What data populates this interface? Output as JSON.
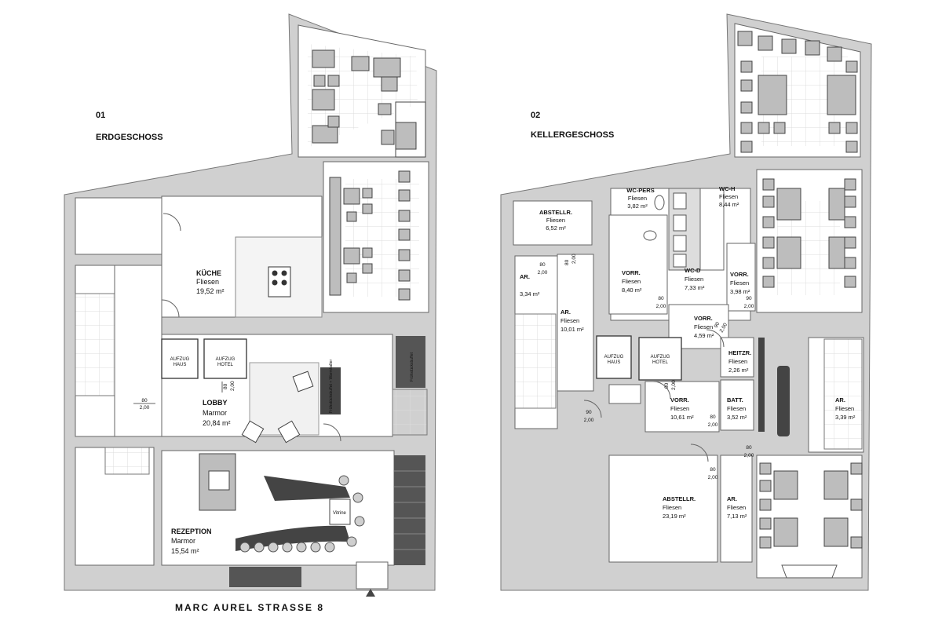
{
  "street": "MARC AUREL STRASSE 8",
  "floors": [
    {
      "number": "01",
      "name": "ERDGESCHOSS",
      "rooms": [
        {
          "name": "KÜCHE",
          "material": "Fliesen",
          "area": "19,52 m²"
        },
        {
          "name": "LOBBY",
          "material": "Marmor",
          "area": "20,84 m²"
        },
        {
          "name": "REZEPTION",
          "material": "Marmor",
          "area": "15,54 m²"
        }
      ],
      "labels": {
        "aufzug_haus": [
          "AUFZUG",
          "HAUS"
        ],
        "aufzug_hotel": [
          "AUFZUG",
          "HOTEL"
        ],
        "vitrine": "Vitrine",
        "fruehstueck1": "Frühstücksbuffet",
        "fruehstueck2": "Frühstücksbuffet + Warmhalter"
      },
      "door_tags": [
        {
          "top": "80",
          "bottom": "2,00"
        },
        {
          "top": "80",
          "bottom": "2,00"
        }
      ]
    },
    {
      "number": "02",
      "name": "KELLERGESCHOSS",
      "rooms": [
        {
          "name": "ABSTELLR.",
          "material": "Fliesen",
          "area": "6,52 m²"
        },
        {
          "name": "WC-PERS",
          "material": "Fliesen",
          "area": "3,82 m²"
        },
        {
          "name": "WC-H",
          "material": "Fliesen",
          "area": "8,44 m²"
        },
        {
          "name": "AR.",
          "material": "",
          "area": "3,34 m²"
        },
        {
          "name": "AR.",
          "material": "Fliesen",
          "area": "10,01 m²"
        },
        {
          "name": "VORR.",
          "material": "Fliesen",
          "area": "8,40 m²"
        },
        {
          "name": "WC-D",
          "material": "Fliesen",
          "area": "7,33 m²"
        },
        {
          "name": "VORR.",
          "material": "Fliesen",
          "area": "3,98 m²"
        },
        {
          "name": "VORR.",
          "material": "Fliesen",
          "area": "4,59 m²"
        },
        {
          "name": "HEITZR.",
          "material": "Fliesen",
          "area": "2,26 m²"
        },
        {
          "name": "VORR.",
          "material": "Fliesen",
          "area": "10,61 m²"
        },
        {
          "name": "BATT.",
          "material": "Fliesen",
          "area": "3,52 m²"
        },
        {
          "name": "AR.",
          "material": "Fliesen",
          "area": "3,39 m²"
        },
        {
          "name": "ABSTELLR.",
          "material": "Fliesen",
          "area": "23,19 m²"
        },
        {
          "name": "AR.",
          "material": "Fliesen",
          "area": "7,13 m²"
        }
      ],
      "labels": {
        "aufzug_haus": [
          "AUFZUG",
          "HAUS"
        ],
        "aufzug_hotel": [
          "AUFZUG",
          "HOTEL"
        ]
      },
      "door_tags": [
        {
          "top": "80",
          "bottom": "2,00"
        },
        {
          "top": "80",
          "bottom": "2,00"
        },
        {
          "top": "80",
          "bottom": "2,00"
        },
        {
          "top": "90",
          "bottom": "2,00"
        },
        {
          "top": "90",
          "bottom": "2,00"
        },
        {
          "top": "80",
          "bottom": "2,00"
        },
        {
          "top": "90",
          "bottom": "2,00"
        },
        {
          "top": "80",
          "bottom": "2,00"
        },
        {
          "top": "80",
          "bottom": "2,00"
        },
        {
          "top": "80",
          "bottom": "2,00"
        }
      ]
    }
  ],
  "colors": {
    "wall": "#cfcfcf",
    "wall_line": "#555555",
    "floor": "#ffffff",
    "furniture": "#bdbdbd",
    "dark": "#4a4a4a",
    "text": "#111111"
  }
}
